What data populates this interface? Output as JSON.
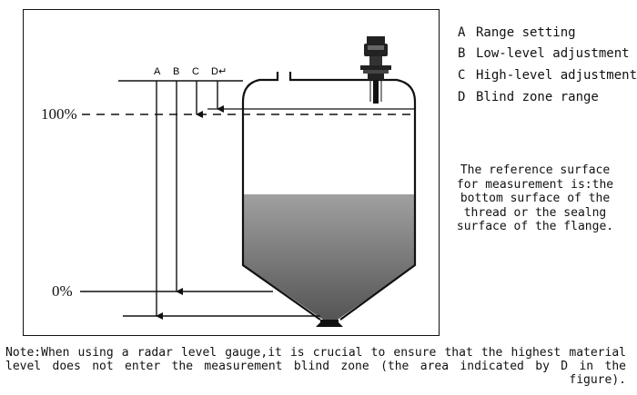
{
  "legend": [
    {
      "letter": "A",
      "text": "Range setting"
    },
    {
      "letter": "B",
      "text": "Low-level adjustment"
    },
    {
      "letter": "C",
      "text": "High-level adjustment"
    },
    {
      "letter": "D",
      "text": "Blind zone range"
    }
  ],
  "dimension_labels": {
    "a": "A",
    "b": "B",
    "c": "C",
    "d": "D↵"
  },
  "level_labels": {
    "full": "100%",
    "empty": "0%"
  },
  "reference_note": "The reference surface\nfor measurement is:the\nbottom surface of the\nthread or the sealng\nsurface of the flange.",
  "footer_note": "Note:When using a radar level gauge,it is crucial to ensure that the highest material level does not enter the measurement blind zone (the area indicated by D in the figure).",
  "colors": {
    "fill_top": "#9a9a9a",
    "fill_bottom": "#5c5c5c",
    "line": "#111111"
  }
}
